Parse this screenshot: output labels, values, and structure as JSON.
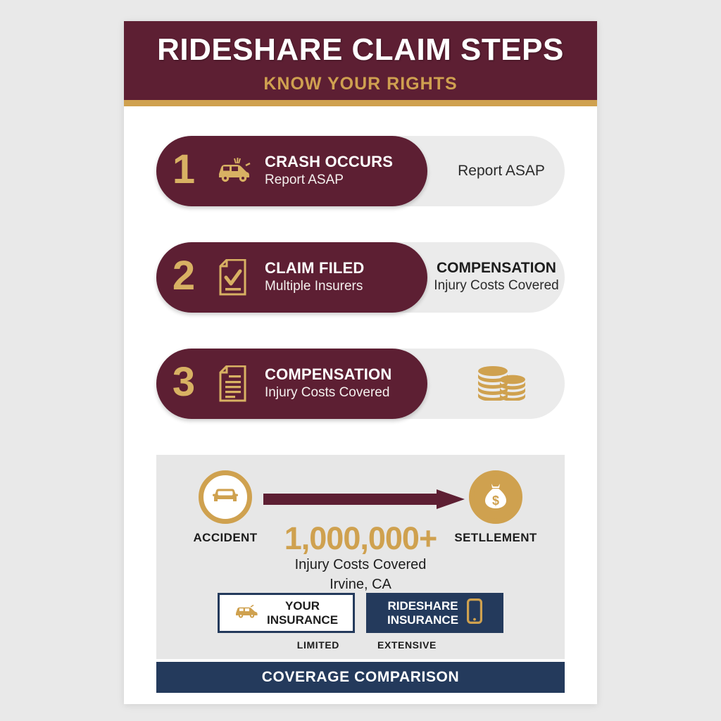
{
  "header": {
    "title": "RIDESHARE CLAIM STEPS",
    "subtitle": "KNOW YOUR RIGHTS",
    "maroon": "#5d1f33",
    "gold": "#cfa14f",
    "navy": "#243a5c"
  },
  "steps": [
    {
      "number": "1",
      "icon": "crashed-car-icon",
      "title": "CRASH OCCURS",
      "desc": "Report ASAP",
      "ghost_kind": "plain",
      "ghost_plain": "Report ASAP",
      "ghost_title": "",
      "ghost_desc": "",
      "ghost_icon": ""
    },
    {
      "number": "2",
      "icon": "document-check-icon",
      "title": "CLAIM FILED",
      "desc": "Multiple Insurers",
      "ghost_kind": "text",
      "ghost_plain": "",
      "ghost_title": "COMPENSATION",
      "ghost_desc": "Injury Costs Covered",
      "ghost_icon": ""
    },
    {
      "number": "3",
      "icon": "document-lines-icon",
      "title": "COMPENSATION",
      "desc": "Injury Costs Covered",
      "ghost_kind": "icon",
      "ghost_plain": "",
      "ghost_title": "",
      "ghost_desc": "",
      "ghost_icon": "coin-stacks-icon"
    }
  ],
  "panel": {
    "left_label": "ACCIDENT",
    "right_label": "SETLLEMENT",
    "left_icon": "car-front-icon",
    "right_icon": "money-bag-icon",
    "arrow_icon": "right-arrow-icon",
    "stat_number": "1,000,000+",
    "stat_line1": "Injury Costs Covered",
    "stat_line2": "Irvine, CA",
    "compare": [
      {
        "title_line1": "YOUR",
        "title_line2": "INSURANCE",
        "icon": "car-side-icon",
        "caption": "LIMITED",
        "style": "light"
      },
      {
        "title_line1": "RIDESHARE",
        "title_line2": "INSURANCE",
        "icon": "smartphone-icon",
        "caption": "EXTENSIVE",
        "style": "dark"
      }
    ]
  },
  "footer": {
    "label": "COVERAGE COMPARISON"
  }
}
